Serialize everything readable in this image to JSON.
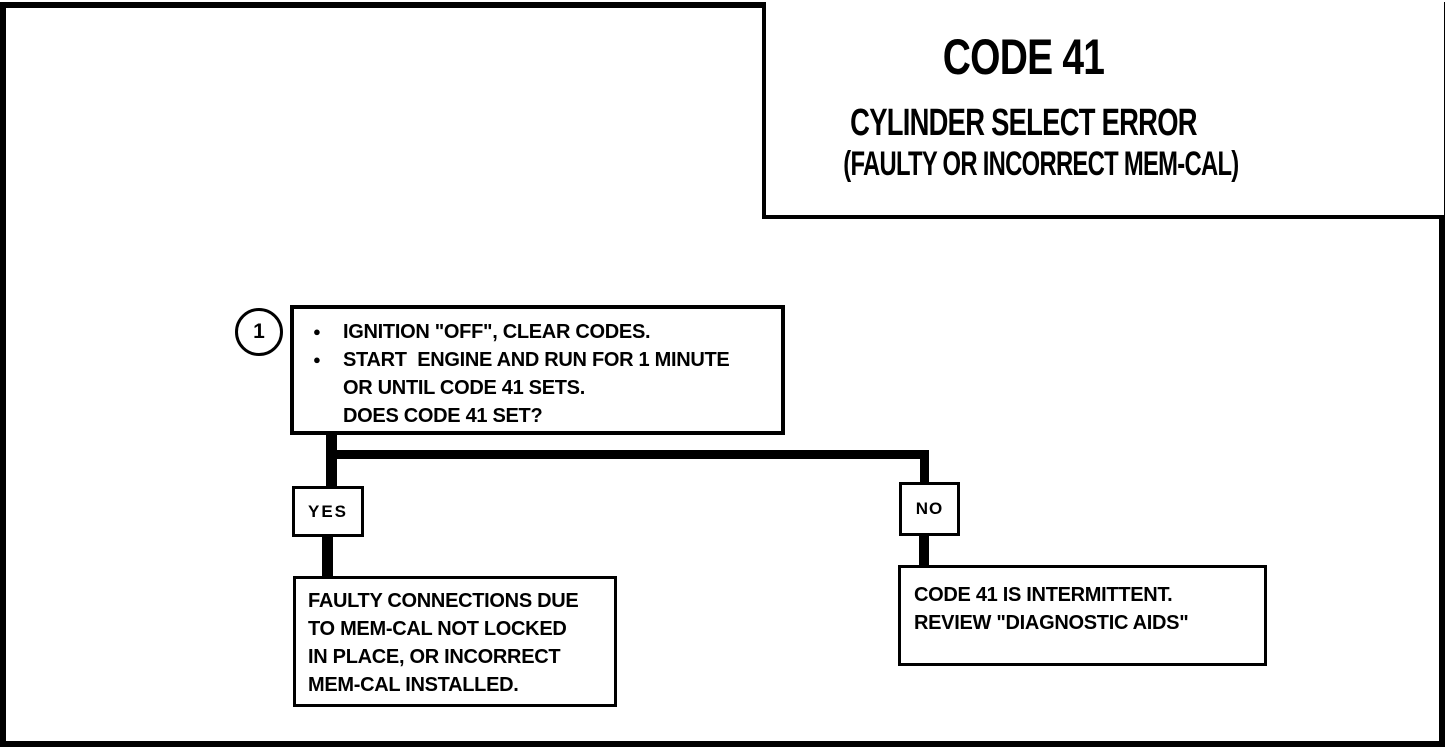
{
  "page": {
    "ink_color": "#000000",
    "paper_color": "#ffffff",
    "kind": "diagnostic flowchart"
  },
  "header": {
    "code": "CODE 41",
    "title": "CYLINDER SELECT ERROR",
    "subtitle": "(FAULTY OR INCORRECT MEM-CAL)"
  },
  "flow": {
    "bullet": "●",
    "step_number": "1",
    "step1": {
      "lines": [
        {
          "bullet": true,
          "text": "IGNITION \"OFF\", CLEAR CODES."
        },
        {
          "bullet": true,
          "text": "START  ENGINE AND RUN FOR 1 MINUTE"
        },
        {
          "bullet": false,
          "text": "OR UNTIL CODE 41 SETS."
        },
        {
          "bullet": false,
          "text": "DOES CODE 41 SET?"
        }
      ]
    },
    "yes_label": "YES",
    "no_label": "NO",
    "yes_result": {
      "lines": [
        "FAULTY CONNECTIONS DUE",
        "TO MEM-CAL NOT LOCKED",
        "IN PLACE, OR INCORRECT",
        "MEM-CAL INSTALLED."
      ]
    },
    "no_result": {
      "lines": [
        "CODE 41 IS INTERMITTENT.",
        "REVIEW \"DIAGNOSTIC AIDS\""
      ]
    }
  }
}
